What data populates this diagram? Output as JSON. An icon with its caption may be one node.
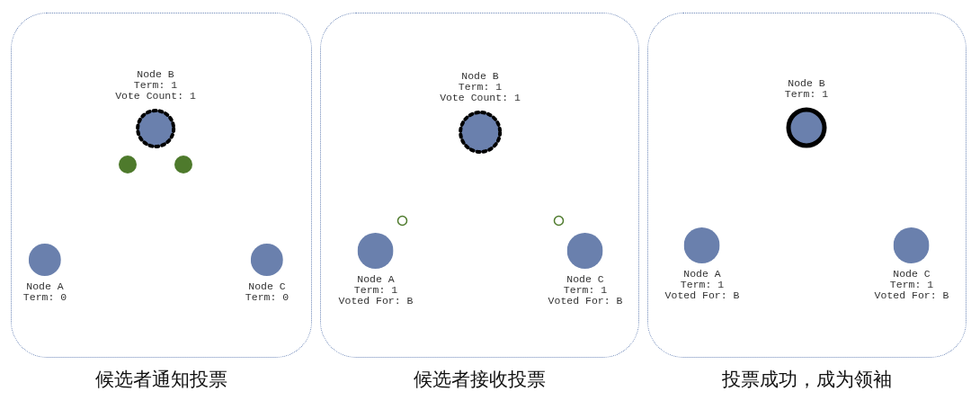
{
  "diagram": {
    "nodes": [
      {
        "text": [
          "候选者通知投票"
        ]
      },
      {
        "text": [
          "Node B",
          "Term: 1",
          "Vote Count: 1"
        ],
        "in": 0
      },
      {
        "text": [],
        "shape": "circle",
        "in": 0
      },
      {
        "text": [],
        "shape": "circle",
        "in": 0
      },
      {
        "text": [
          "Node A",
          "Term: 0"
        ],
        "in": 0
      },
      {
        "text": [
          "Node C",
          "Term: 0"
        ],
        "in": 0
      },
      {
        "text": [
          "候选者接收投票"
        ]
      },
      {
        "text": [
          "Node B",
          "Term: 1",
          "Vote Count: 1"
        ],
        "in": 6
      },
      {
        "text": [],
        "shape": "ring",
        "in": 6
      },
      {
        "text": [],
        "shape": "ring",
        "in": 6
      },
      {
        "text": [
          "Node A",
          "Term: 1",
          "Voted For: B"
        ],
        "in": 6
      },
      {
        "text": [
          "Node C",
          "Term: 1",
          "Voted For: B"
        ],
        "in": 6
      },
      {
        "text": [
          "投票成功，成为领袖"
        ]
      },
      {
        "text": [
          "Node B",
          "Term: 1"
        ],
        "in": 12
      },
      {
        "text": [
          "Node A",
          "Term: 1",
          "Voted For: B"
        ],
        "in": 12
      },
      {
        "text": [
          "Node C",
          "Term: 1",
          "Voted For: B"
        ],
        "in": 12
      }
    ]
  }
}
